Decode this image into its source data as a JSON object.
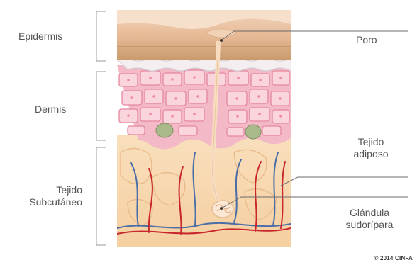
{
  "layers": {
    "epidermis": "Epidermis",
    "dermis": "Dermis",
    "subcutaneous_line1": "Tejido",
    "subcutaneous_line2": "Subcutáneo"
  },
  "callouts": {
    "pore": "Poro",
    "adipose_line1": "Tejido",
    "adipose_line2": "adiposo",
    "gland_line1": "Glándula",
    "gland_line2": "sudorípara"
  },
  "copyright": "© 2014 CINFA",
  "colors": {
    "epidermis": "#e8c4a4",
    "dermis": "#f6c8d2",
    "subcutaneous": "#f8d9b4",
    "artery": "#c8252c",
    "vein": "#4a6ea8",
    "leader": "#6b6b6b"
  }
}
